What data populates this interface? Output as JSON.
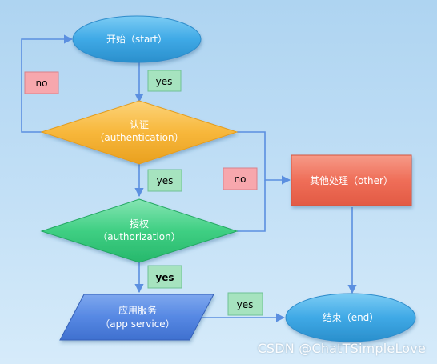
{
  "nodes": {
    "start": {
      "line1": "开始（start）"
    },
    "auth": {
      "line1": "认证",
      "line2": "（authentication）"
    },
    "authz": {
      "line1": "授权",
      "line2": "（authorization）"
    },
    "app": {
      "line1": "应用服务",
      "line2": "（app service）"
    },
    "other": {
      "line1": "其他处理（other）"
    },
    "end": {
      "line1": "结束（end）"
    }
  },
  "edges": {
    "start_to_auth_yes": "yes",
    "auth_to_authz_yes": "yes",
    "authz_to_app_yes": "yes",
    "app_to_end_yes": "yes",
    "auth_to_start_no": "no",
    "authz_to_other_no": "no"
  },
  "watermark": "CSDN @ChatTSimpleLove",
  "colors": {
    "edge": "#5b8fe0",
    "yes_fill": "#a6e3bf",
    "no_fill": "#f7a7ad",
    "start_end": "#3fa9e6",
    "auth": "#f7b73b",
    "authz": "#3fcf83",
    "app": "#5688e3",
    "other": "#ef6e58"
  }
}
